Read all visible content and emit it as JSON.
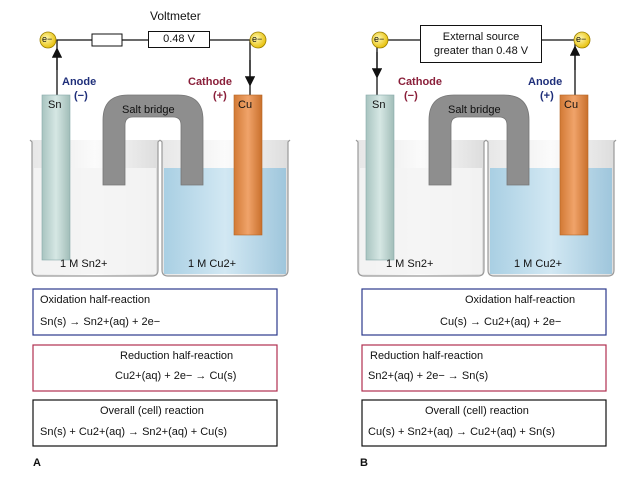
{
  "panel_a": {
    "letter": "A",
    "voltmeter_label": "Voltmeter",
    "voltmeter_reading": "0.48 V",
    "electron": "e−",
    "anode_label": "Anode",
    "anode_sign": "(−)",
    "cathode_label": "Cathode",
    "cathode_sign": "(+)",
    "left_electrode": "Sn",
    "right_electrode": "Cu",
    "salt_bridge": "Salt bridge",
    "left_solution": "1 M Sn2+",
    "right_solution": "1 M Cu2+",
    "box1_title": "Oxidation half-reaction",
    "box1_eq": "Sn(s) → Sn2+(aq) + 2e−",
    "box2_title": "Reduction half-reaction",
    "box2_eq": "Cu2+(aq) + 2e− → Cu(s)",
    "box3_title": "Overall (cell) reaction",
    "box3_eq": "Sn(s) + Cu2+(aq) → Sn2+(aq) + Cu(s)"
  },
  "panel_b": {
    "letter": "B",
    "source_line1": "External source",
    "source_line2": "greater than 0.48 V",
    "electron": "e−",
    "cathode_label": "Cathode",
    "cathode_sign": "(−)",
    "anode_label": "Anode",
    "anode_sign": "(+)",
    "left_electrode": "Sn",
    "right_electrode": "Cu",
    "salt_bridge": "Salt bridge",
    "left_solution": "1 M Sn2+",
    "right_solution": "1 M Cu2+",
    "box1_title": "Oxidation half-reaction",
    "box1_eq": "Cu(s) → Cu2+(aq) + 2e−",
    "box2_title": "Reduction half-reaction",
    "box2_eq": "Sn2+(aq) + 2e− → Sn(s)",
    "box3_title": "Overall (cell) reaction",
    "box3_eq": "Cu(s) + Sn2+(aq) → Cu2+(aq) + Sn(s)"
  },
  "colors": {
    "anode_text": "#1f2f7a",
    "cathode_text": "#8a1f3a",
    "oxidation_border": "#2c3a8c",
    "reduction_border": "#b0304f",
    "overall_border": "#111111",
    "copper": "#e08a45",
    "tin": "#b7d0cc",
    "cu_solution": "#bcdcec",
    "salt_bridge": "#8e8e8e",
    "electron": "#f2d21a"
  }
}
